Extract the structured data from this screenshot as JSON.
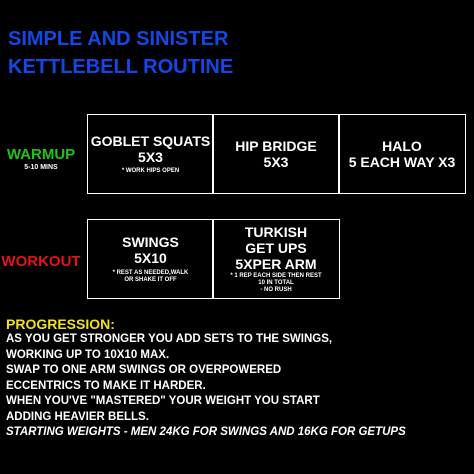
{
  "title": {
    "line1": "SIMPLE AND SINISTER",
    "line2": "KETTLEBELL ROUTINE"
  },
  "warmup": {
    "label": "WARMUP",
    "sub": "5-10 MINS",
    "exercises": [
      {
        "name": "GOBLET SQUATS",
        "reps": "5X3",
        "note": "* WORK HIPS OPEN"
      },
      {
        "name": "HIP BRIDGE",
        "reps": "5X3",
        "note": ""
      },
      {
        "name": "HALO",
        "reps": "5 EACH WAY X3",
        "note": ""
      }
    ]
  },
  "workout": {
    "label": "WORKOUT",
    "exercises": [
      {
        "name": "SWINGS",
        "reps": "5X10",
        "note1": "* REST AS NEEDED,WALK",
        "note2": "OR SHAKE IT OFF"
      },
      {
        "name1": "TURKISH",
        "name2": "GET UPS",
        "reps": "5XPER ARM",
        "note1": "* 1 REP EACH SIDE THEN REST",
        "note2": "10 IN TOTAL",
        "note3": "- NO RUSH"
      }
    ]
  },
  "progression": {
    "heading": "PROGRESSION:",
    "lines": [
      "AS YOU GET STRONGER YOU ADD SETS TO THE SWINGS,",
      "WORKING UP TO 10X10 MAX.",
      "SWAP TO ONE ARM SWINGS OR OVERPOWERED",
      "ECCENTRICS TO MAKE IT HARDER.",
      "WHEN YOU'VE \"MASTERED\" YOUR WEIGHT YOU START",
      "ADDING HEAVIER BELLS."
    ],
    "starting": "STARTING WEIGHTS - MEN 24KG FOR SWINGS AND 16KG FOR GETUPS"
  }
}
